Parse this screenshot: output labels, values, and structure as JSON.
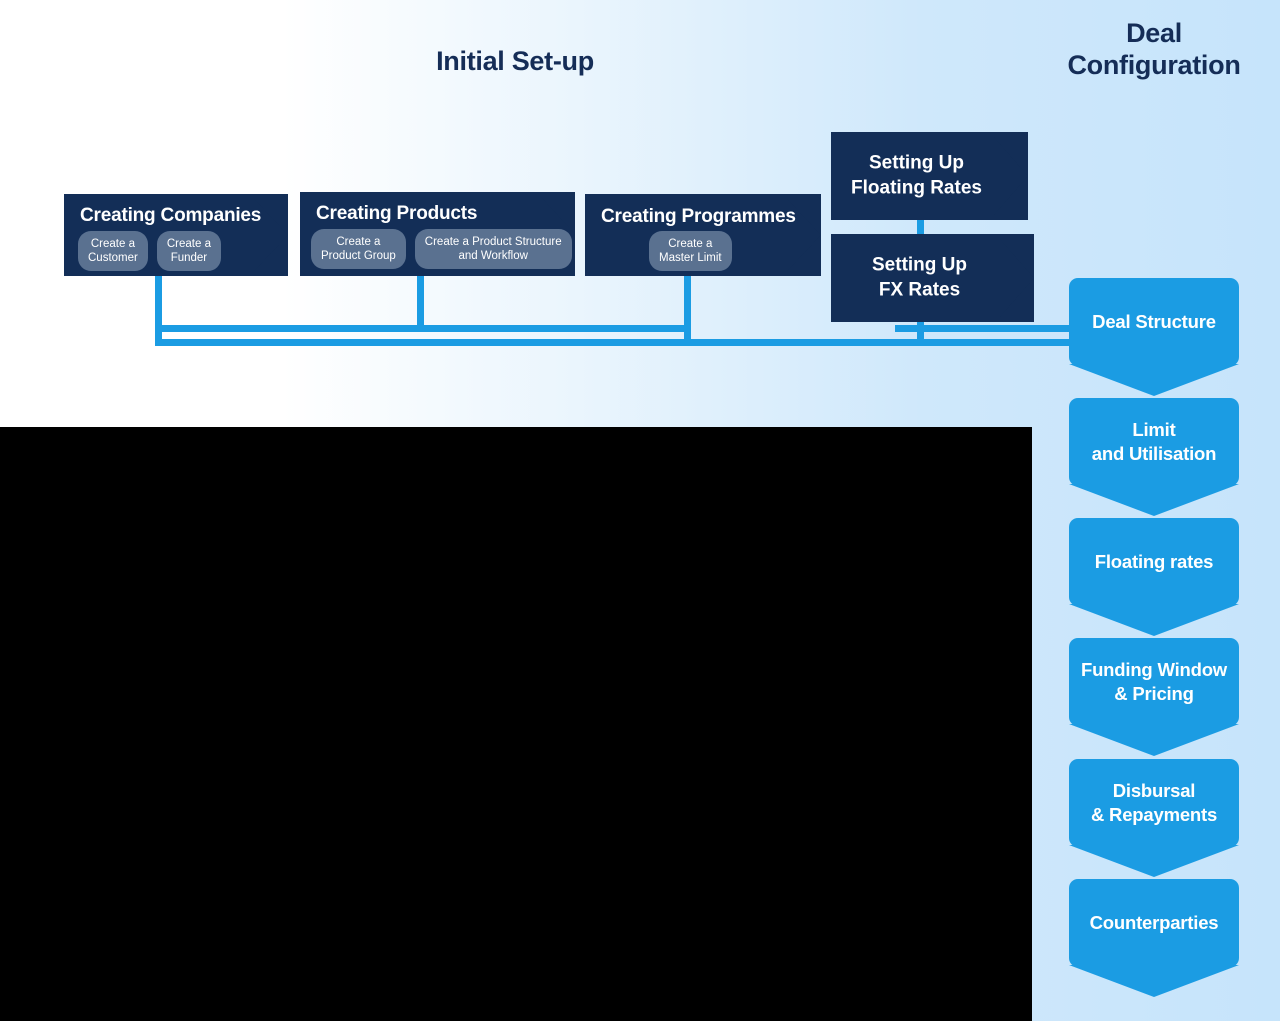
{
  "headings": {
    "initial_setup": "Initial Set-up",
    "deal_configuration": "Deal\nConfiguration"
  },
  "colors": {
    "dark_navy": "#132e57",
    "accent_blue": "#1b9ce3",
    "pill_slate": "#5a7190",
    "heading_navy": "#152d57",
    "background_left": "#ffffff",
    "background_right": "#c6e4fb",
    "overlay_black": "#000000"
  },
  "initial_setup_stages": [
    {
      "title": "Creating Companies",
      "steps": [
        "Create a\nCustomer",
        "Create a\nFunder"
      ]
    },
    {
      "title": "Creating Products",
      "steps": [
        "Create a\nProduct Group",
        "Create a Product Structure\nand Workflow"
      ]
    },
    {
      "title": "Creating Programmes",
      "steps": [
        "Create a\nMaster Limit"
      ]
    }
  ],
  "rate_stages": [
    {
      "title": "Setting Up\nFloating Rates"
    },
    {
      "title": "Setting Up\nFX Rates"
    }
  ],
  "deal_configuration_steps": [
    {
      "label": "Deal Structure"
    },
    {
      "label": "Limit\nand Utilisation"
    },
    {
      "label": "Floating rates"
    },
    {
      "label": "Funding Window\n& Pricing"
    },
    {
      "label": "Disbursal\n& Repayments"
    },
    {
      "label": "Counterparties"
    }
  ]
}
